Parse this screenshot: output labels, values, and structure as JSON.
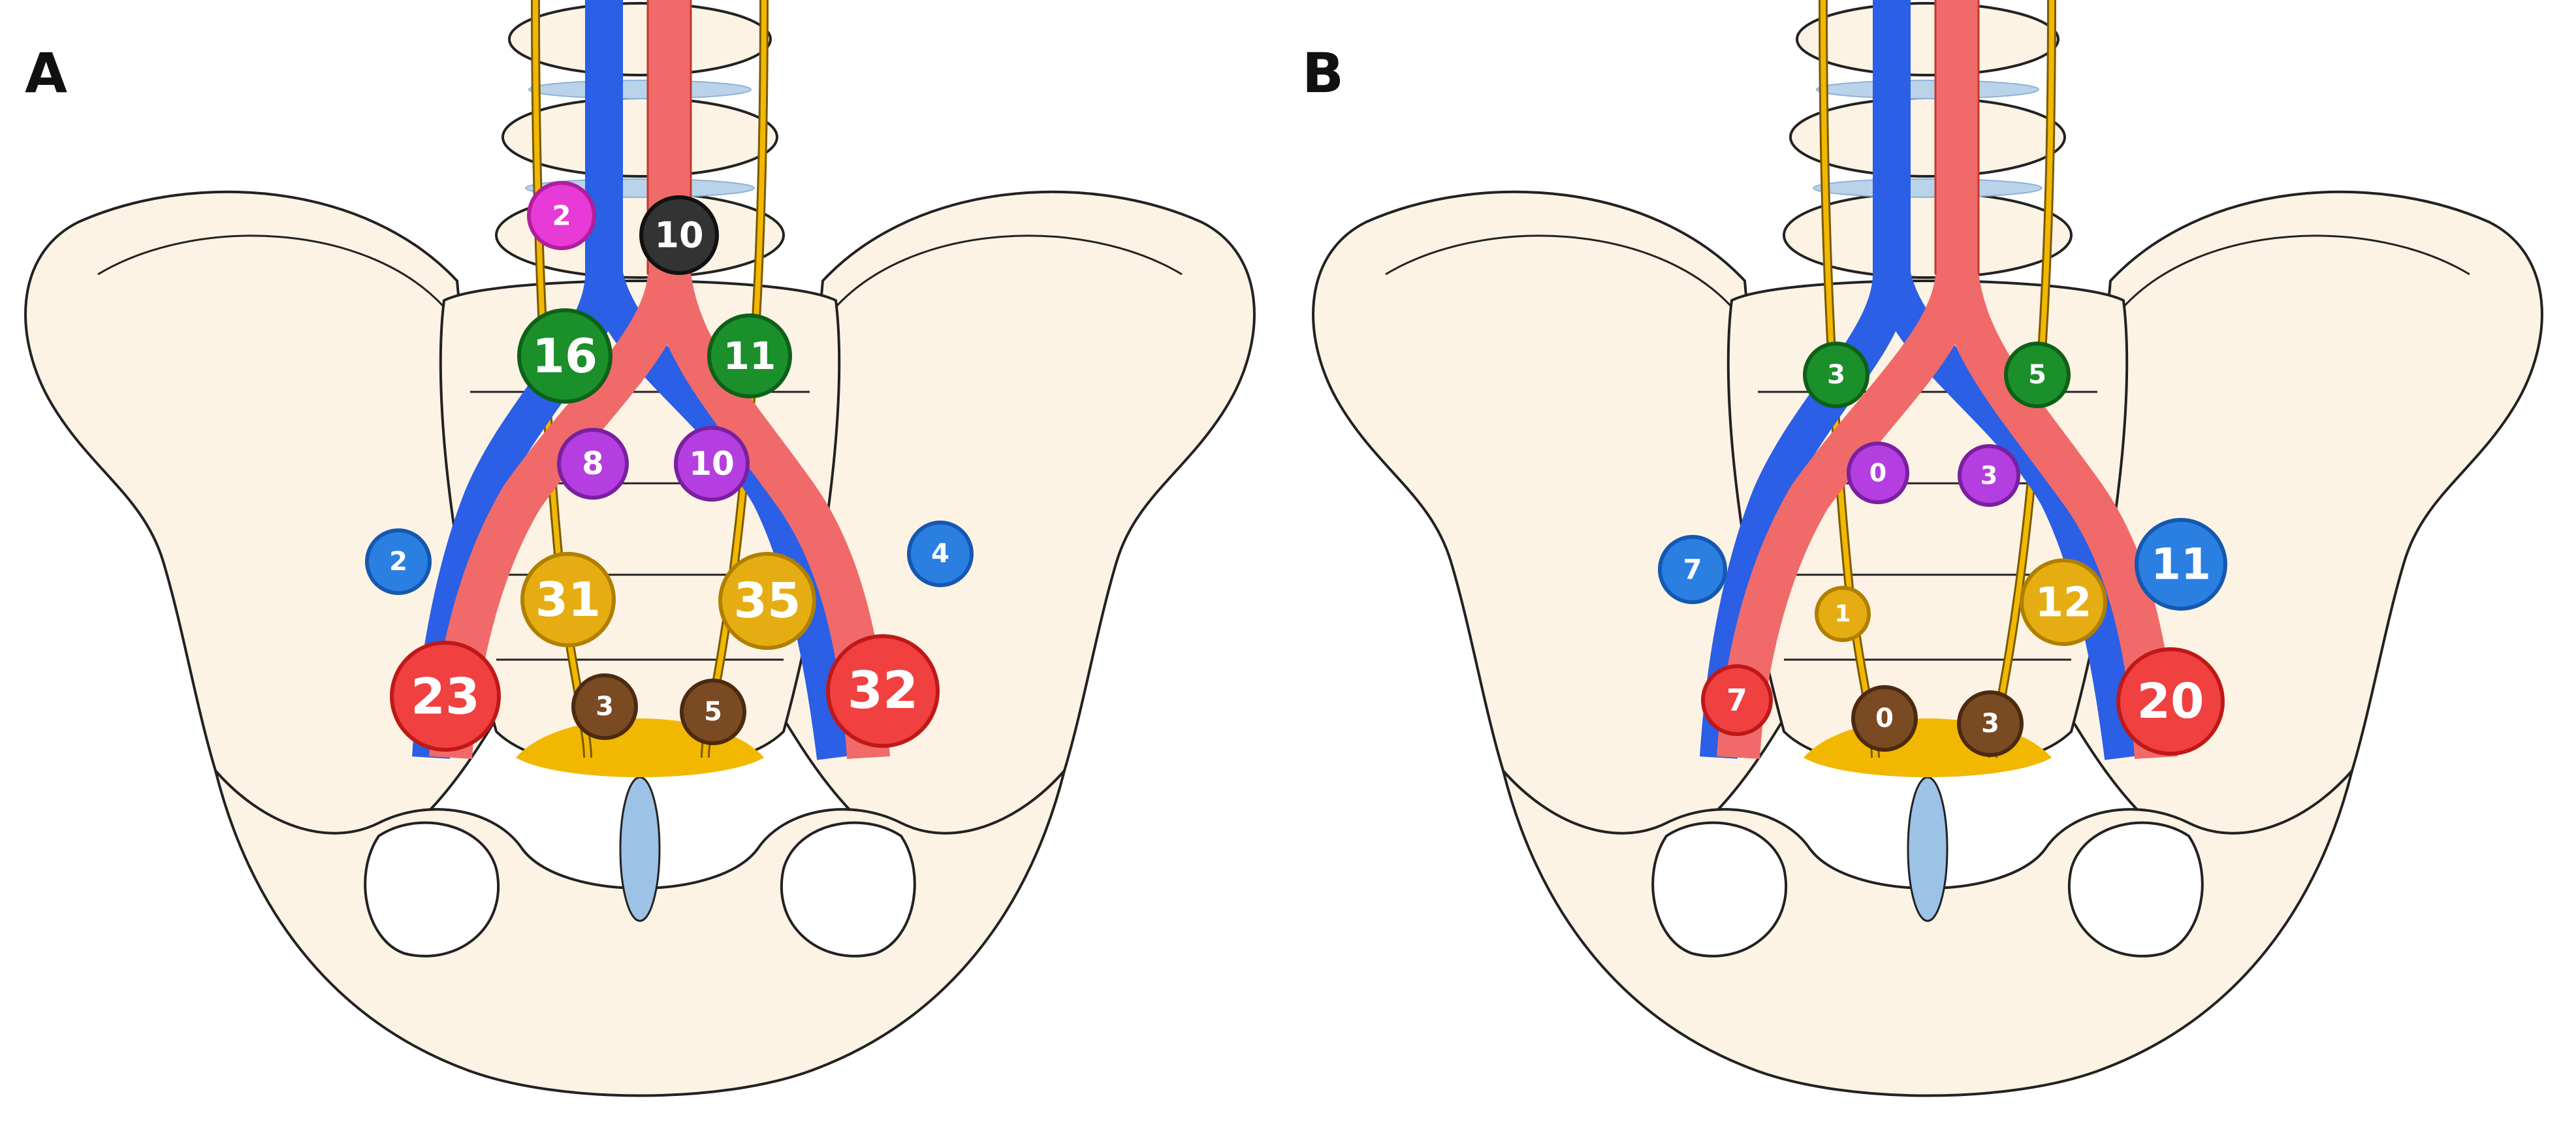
{
  "panels": [
    {
      "letter": "A",
      "counts": {
        "left_upper_para_aortic": "2",
        "right_upper_para_aortic": "10",
        "left_common_iliac": "16",
        "right_common_iliac": "11",
        "left_presacral": "8",
        "right_presacral": "10",
        "left_external_iliac": "2",
        "right_external_iliac": "4",
        "left_obturator": "31",
        "right_obturator": "35",
        "left_internal_iliac": "23",
        "right_internal_iliac": "32",
        "left_sacral": "3",
        "right_sacral": "5"
      }
    },
    {
      "letter": "B",
      "counts": {
        "left_common_iliac": "3",
        "right_common_iliac": "5",
        "left_presacral": "0",
        "right_presacral": "3",
        "left_external_iliac": "7",
        "right_external_iliac": "11",
        "left_obturator": "1",
        "right_obturator": "12",
        "left_internal_iliac": "7",
        "right_internal_iliac": "20",
        "left_sacral": "0",
        "right_sacral": "3"
      }
    }
  ],
  "colors": {
    "magenta": "#e83ad6",
    "dark": "#333333",
    "green": "#1a8f2a",
    "purple": "#b53ee0",
    "blue": "#2a7fe0",
    "gold": "#e6ad12",
    "red": "#f04040",
    "brown": "#7a4a22",
    "bone": "#fdf3e4",
    "artery": "#f06a6a",
    "vein": "#2a5fe6",
    "nerve": "#f2b800"
  }
}
